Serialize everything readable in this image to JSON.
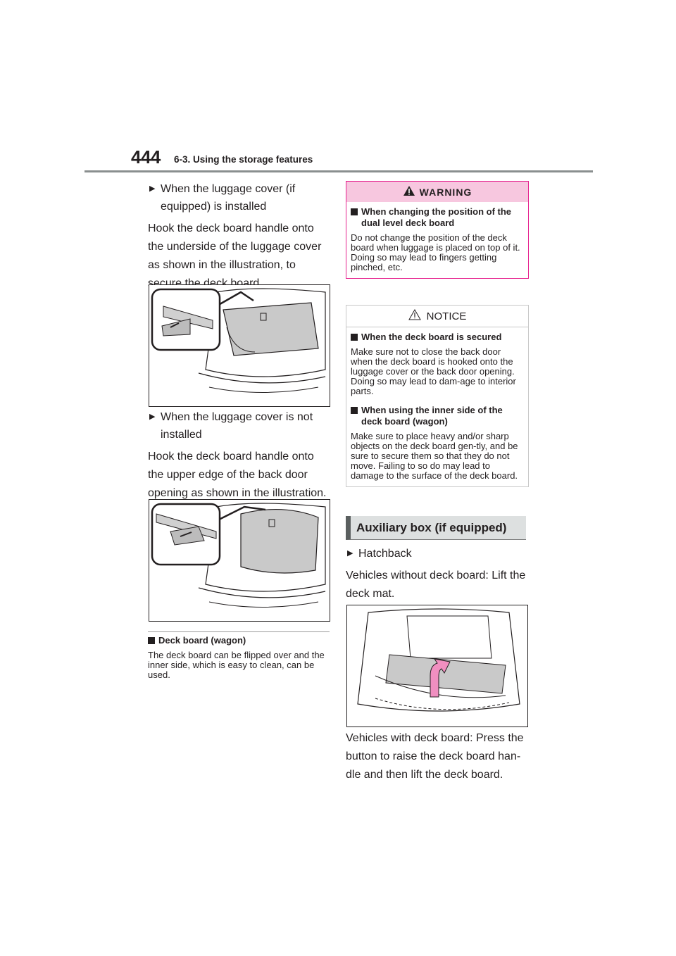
{
  "header": {
    "page_number": "444",
    "section": "6-3. Using the storage features"
  },
  "left": {
    "bullet1": "When the luggage cover (if equipped) is installed",
    "para1": "Hook the deck board handle onto the underside of the luggage cover as shown in the illustration, to secure the deck board.",
    "bullet2": "When the luggage cover is not installed",
    "para2": "Hook the deck board handle onto the upper edge of the back door opening as shown in the illustration.",
    "note_title": "Deck board (wagon)",
    "note_text": "The deck board can be flipped over and the inner side, which is easy to clean, can be used."
  },
  "warning": {
    "label": "WARNING",
    "title": "When changing the position of the dual level deck board",
    "text": "Do not change the position of the deck board when luggage is placed on top of it. Doing so may lead to fingers getting pinched, etc."
  },
  "notice": {
    "label": "NOTICE",
    "title1": "When the deck board is secured",
    "text1": "Make sure not to close the back door when the deck board is hooked onto the luggage cover or the back door opening. Doing so may lead to dam-age to interior parts.",
    "title2": "When using the inner side of the deck board (wagon)",
    "text2": "Make sure to place heavy and/or sharp objects on the deck board gen-tly, and be sure to secure them so that they do not move. Failing to so do may lead to damage to the surface of the deck board."
  },
  "right": {
    "heading": "Auxiliary box (if equipped)",
    "bullet": "Hatchback",
    "para1": "Vehicles without deck board: Lift the deck mat.",
    "para2": "Vehicles with deck board: Press the button to raise the deck board han-dle and then lift the deck board."
  },
  "colors": {
    "warning_border": "#e6238f",
    "warning_fill": "#f7c7df",
    "arrow_fill": "#f08fc0"
  }
}
